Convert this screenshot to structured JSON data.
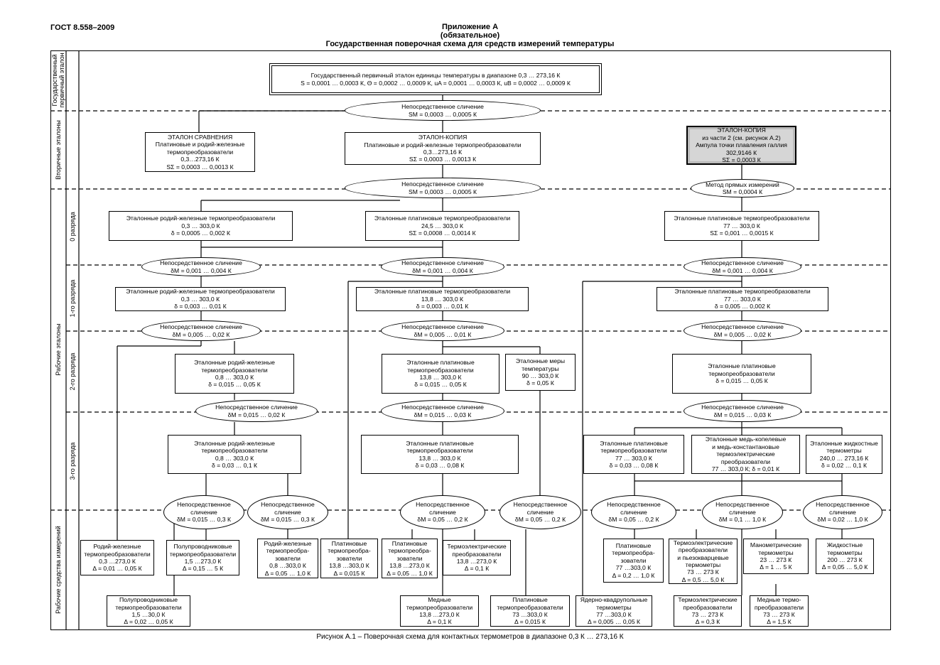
{
  "doc_code": "ГОСТ 8.558–2009",
  "title": {
    "line1": "Приложение А",
    "line2": "(обязательное)",
    "line3": "Государственная поверочная схема для средств измерений температуры"
  },
  "caption": "Рисунок А.1 – Поверочная схема для контактных термометров в диапазоне 0,3 К … 273,16 К",
  "side": {
    "primary": "Государственный\nпервичный эталон",
    "secondary": "Вторичные эталоны",
    "working": "Рабочие эталоны",
    "instruments": "Рабочие средства измерений",
    "r0": "0 разряда",
    "r1": "1-го разряда",
    "r2": "2-го разряда",
    "r3": "3-го разряда"
  },
  "boxes": {
    "primary": "Государственный первичный эталон единицы температуры в диапазоне 0,3 … 273,16 К\nS = 0,0001 … 0,0003 К,    Θ = 0,0002 … 0,0009 К,    uA = 0,0001 … 0,0003 К,    uB = 0,0002 … 0,0009 К",
    "sec_compare": "ЭТАЛОН СРАВНЕНИЯ\nПлатиновые и родий-железные\nтермопреобразователи\n0,3…273,16 К\nSΣ = 0,0003 … 0,0013 К",
    "sec_copy": "ЭТАЛОН-КОПИЯ\nПлатиновые и родий-железные термопреобразователи\n0,3…273,16 К\nSΣ = 0,0003 … 0,0013 К",
    "sec_gallium": "ЭТАЛОН-КОПИЯ\nиз части 2 (см. рисунок А.2)\nАмпула точки плавления галлия\n302,9146 К\nSΣ = 0,0003 К",
    "r0_left": "Эталонные родий-железные термопреобразователи\n0,3 … 303,0 К\nδ = 0,0005 … 0,002 К",
    "r0_mid": "Эталонные платиновые термопреобразователи\n24,5 … 303,0 К\nSΣ = 0,0008 … 0,0014 К",
    "r0_right": "Эталонные платиновые термопреобразователи\n77 … 303,0 К\nSΣ = 0,001 … 0,0015 К",
    "r1_left": "Эталонные родий-железные термопреобразователи\n0,3 … 303,0 К\nδ = 0,003 … 0,01 К",
    "r1_mid": "Эталонные платиновые термопреобразователи\n13,8 … 303,0 К\nδ = 0,003 … 0,01 К",
    "r1_right": "Эталонные платиновые термопреобразователи\n77 … 303,0 К\nδ = 0,005 … 0,002 К",
    "r2_left": "Эталонные родий-железные\nтермопреобразователи\n0,8 … 303,0 К\nδ = 0,015 … 0,05 К",
    "r2_mid": "Эталонные платиновые\nтермопреобразователи\n13,8 … 303,0 К\nδ = 0,015 … 0,05 К",
    "r2_measures": "Эталонные меры\nтемпературы\n90 … 303,0 К\nδ = 0,05 К",
    "r2_right": "Эталонные платиновые\nтермопреобразователи\nδ = 0,015 … 0,05 К",
    "r3_left": "Эталонные родий-железные\nтермопреобразователи\n0,8 … 303,0 К\nδ = 0,03 … 0,1 К",
    "r3_mid": "Эталонные платиновые\nтермопреобразователи\n13,8 … 303,0 К\nδ = 0,03 … 0,08 К",
    "r3_pt": "Эталонные платиновые\nтермопреобразователи\n77 … 303,0 К\nδ = 0,03 … 0,08 К",
    "r3_cu": "Эталонные медь-копелевые\nи медь-константановые\nтермоэлектрические\nпреобразователи\n77 … 303,0 К; δ = 0,01 К",
    "r3_liq": "Эталонные жидкостные\nтермометры\n240,0 … 273,16 К\nδ = 0,02 … 0,1 К",
    "w_rhfe": "Родий-железные\nтермопреобразователи\n0,3 …273,0 К\nΔ = 0,01 … 0,05 К",
    "w_semi1": "Полупроводниковые\nтермопреобразователи\n1,5 …273,0 К\nΔ = 0,15 … 5 К",
    "w_rhfe2": "Родий-железные\nтермопреобра-\nзователи\n0,8 …303,0 К\nΔ = 0,05 … 1,0 К",
    "w_pt1": "Платиновые\nтермопреобра-\nзователи\n13,8 …303,0 К\nΔ = 0,015 К",
    "w_pt2": "Платиновые\nтермопреобра-\nзователи\n13,8 …273,0 К\nΔ = 0,05 … 1,0 К",
    "w_tc1": "Термоэлектрические\nпреобразователи\n13,8 …273,0 К\nΔ = 0,1 К",
    "w_pt3": "Платиновые\nтермопреобра-\nзователи\n77 …303,0 К\nΔ = 0,2 … 1,0 К",
    "w_tcq": "Термоэлектрические\nпреобразователи\nи пьезокварцевые\nтермометры\n73 … 273 К\nΔ = 0,5 … 5,0 К",
    "w_mano": "Манометрические\nтермометры\n23 … 273 К\nΔ = 1 … 5 К",
    "w_liq": "Жидкостные\nтермометры\n200 … 273 К\nΔ = 0,05 … 5,0 К",
    "w_semi2": "Полупроводниковые\nтермопреобразователи\n1,5 …30,0 К\nΔ = 0,02 … 0,05 К",
    "w_cu": "Медные\nтермопреобразователи\n13,8 …273,0 К\nΔ = 0,1 К",
    "w_pt4": "Платиновые\nтермопреобразователи\n73 …303,0 К\nΔ = 0,015 К",
    "w_nqr": "Ядерно-квадрупольные\nтермометры\n77 …303,0 К\nΔ = 0,005 … 0,05 К",
    "w_tc2": "Термоэлектрические\nпреобразователи\n73 … 273 К\nΔ = 0,3 К",
    "w_cu2": "Медные термо-\nпреобразователи\n73 … 273 К\nΔ = 1,5 К"
  },
  "ellipses": {
    "e1": "Непосредственное сличение\nSM = 0,0003 … 0,0005 К",
    "e2": "Непосредственное сличение\nSM = 0,0003 … 0,0005 К",
    "e2r": "Метод прямых измерений\nSM = 0,0004 К",
    "e3l": "Непосредственное сличение\nδM = 0,001 … 0,004 К",
    "e3m": "Непосредственное сличение\nδM = 0,001 … 0,004 К",
    "e3r": "Непосредственное сличение\nδM = 0,001 … 0,004 К",
    "e4l": "Непосредственное сличение\nδM = 0,005 … 0,02 К",
    "e4m": "Непосредственное сличение\nδM = 0,005 … 0,01 К",
    "e4r": "Непосредственное сличение\nδM = 0,005 … 0,02 К",
    "e5l": "Непосредственное сличение\nδM = 0,015 … 0,02 К",
    "e5m": "Непосредственное сличение\nδM = 0,015 … 0,03 К",
    "e5r": "Непосредственное сличение\nδM = 0,015 … 0,03 К",
    "e6a": "Непосредственное\nсличение\nδM = 0,015 … 0,3 К",
    "e6b": "Непосредственное\nсличение\nδM = 0,015 … 0,3 К",
    "e6c": "Непосредственное\nсличение\nδM = 0,05 … 0,2 К",
    "e6d": "Непосредственное\nсличение\nδM = 0,05 … 0,2 К",
    "e6e": "Непосредственное\nсличение\nδM = 0,05 … 0,2 К",
    "e6f": "Непосредственное\nсличение\nδM = 0,1 … 1,0 К",
    "e6g": "Непосредственное\nсличение\nδM = 0,02 … 1,0 К"
  }
}
